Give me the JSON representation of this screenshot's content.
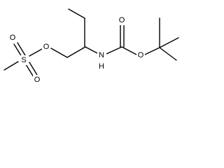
{
  "structure": {
    "atom_labels": {
      "o_ester_link": "O",
      "s_sulfonyl": "S",
      "o_sulfonyl_top": "O",
      "o_sulfonyl_bottom": "O",
      "n_amine": "N",
      "h_amine": "H",
      "o_carbonyl": "O",
      "o_carbamate": "O"
    },
    "colors": {
      "bond": "#000000",
      "text": "#000000",
      "background": "#ffffff"
    }
  }
}
